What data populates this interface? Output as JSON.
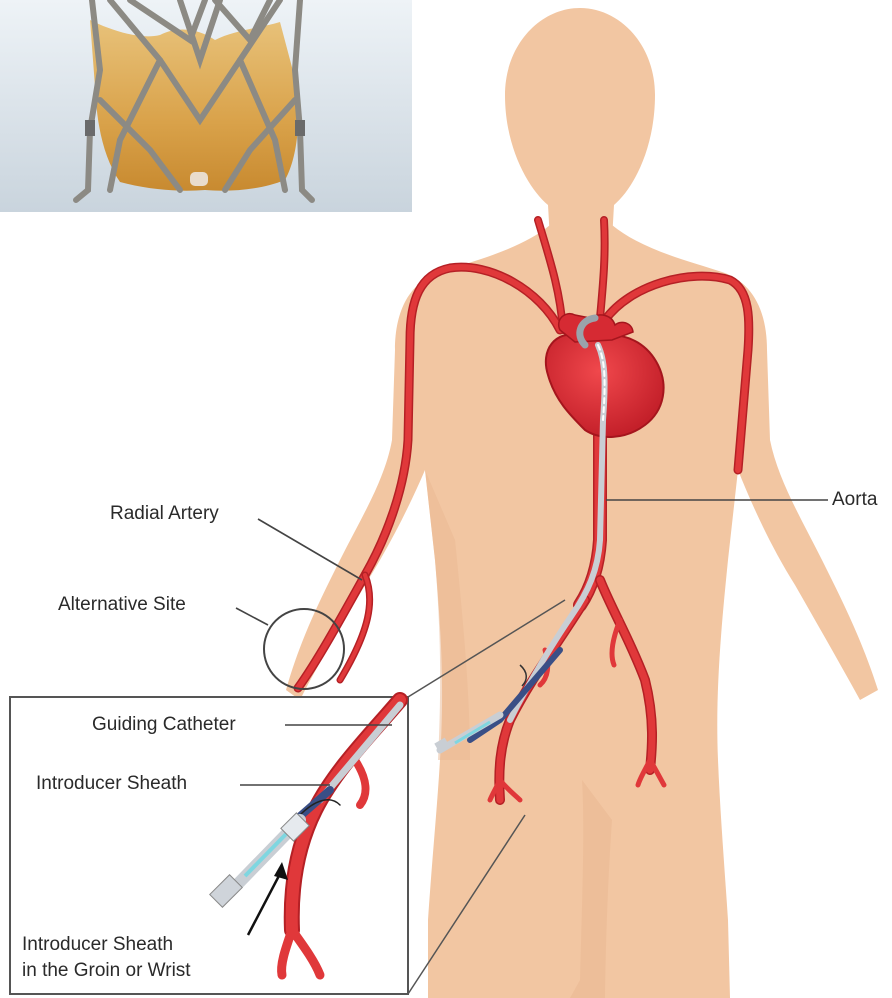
{
  "labels": {
    "aorta": "Aorta",
    "radial_artery": "Radial Artery",
    "alternative_site": "Alternative Site",
    "guiding_catheter": "Guiding Catheter",
    "introducer_sheath": "Introducer Sheath",
    "introducer_sheath_groin_line1": "Introducer Sheath",
    "introducer_sheath_groin_line2": "in the Groin or Wrist"
  },
  "colors": {
    "skin": "#f2c6a2",
    "skin_shade": "#e8b48c",
    "artery": "#e0383a",
    "artery_dark": "#b52025",
    "heart": "#e8313a",
    "catheter": "#b9c0c8",
    "sheath_tip": "#7fd6e0",
    "valve_tissue": "#d9a552",
    "valve_frame": "#8c8a84"
  }
}
